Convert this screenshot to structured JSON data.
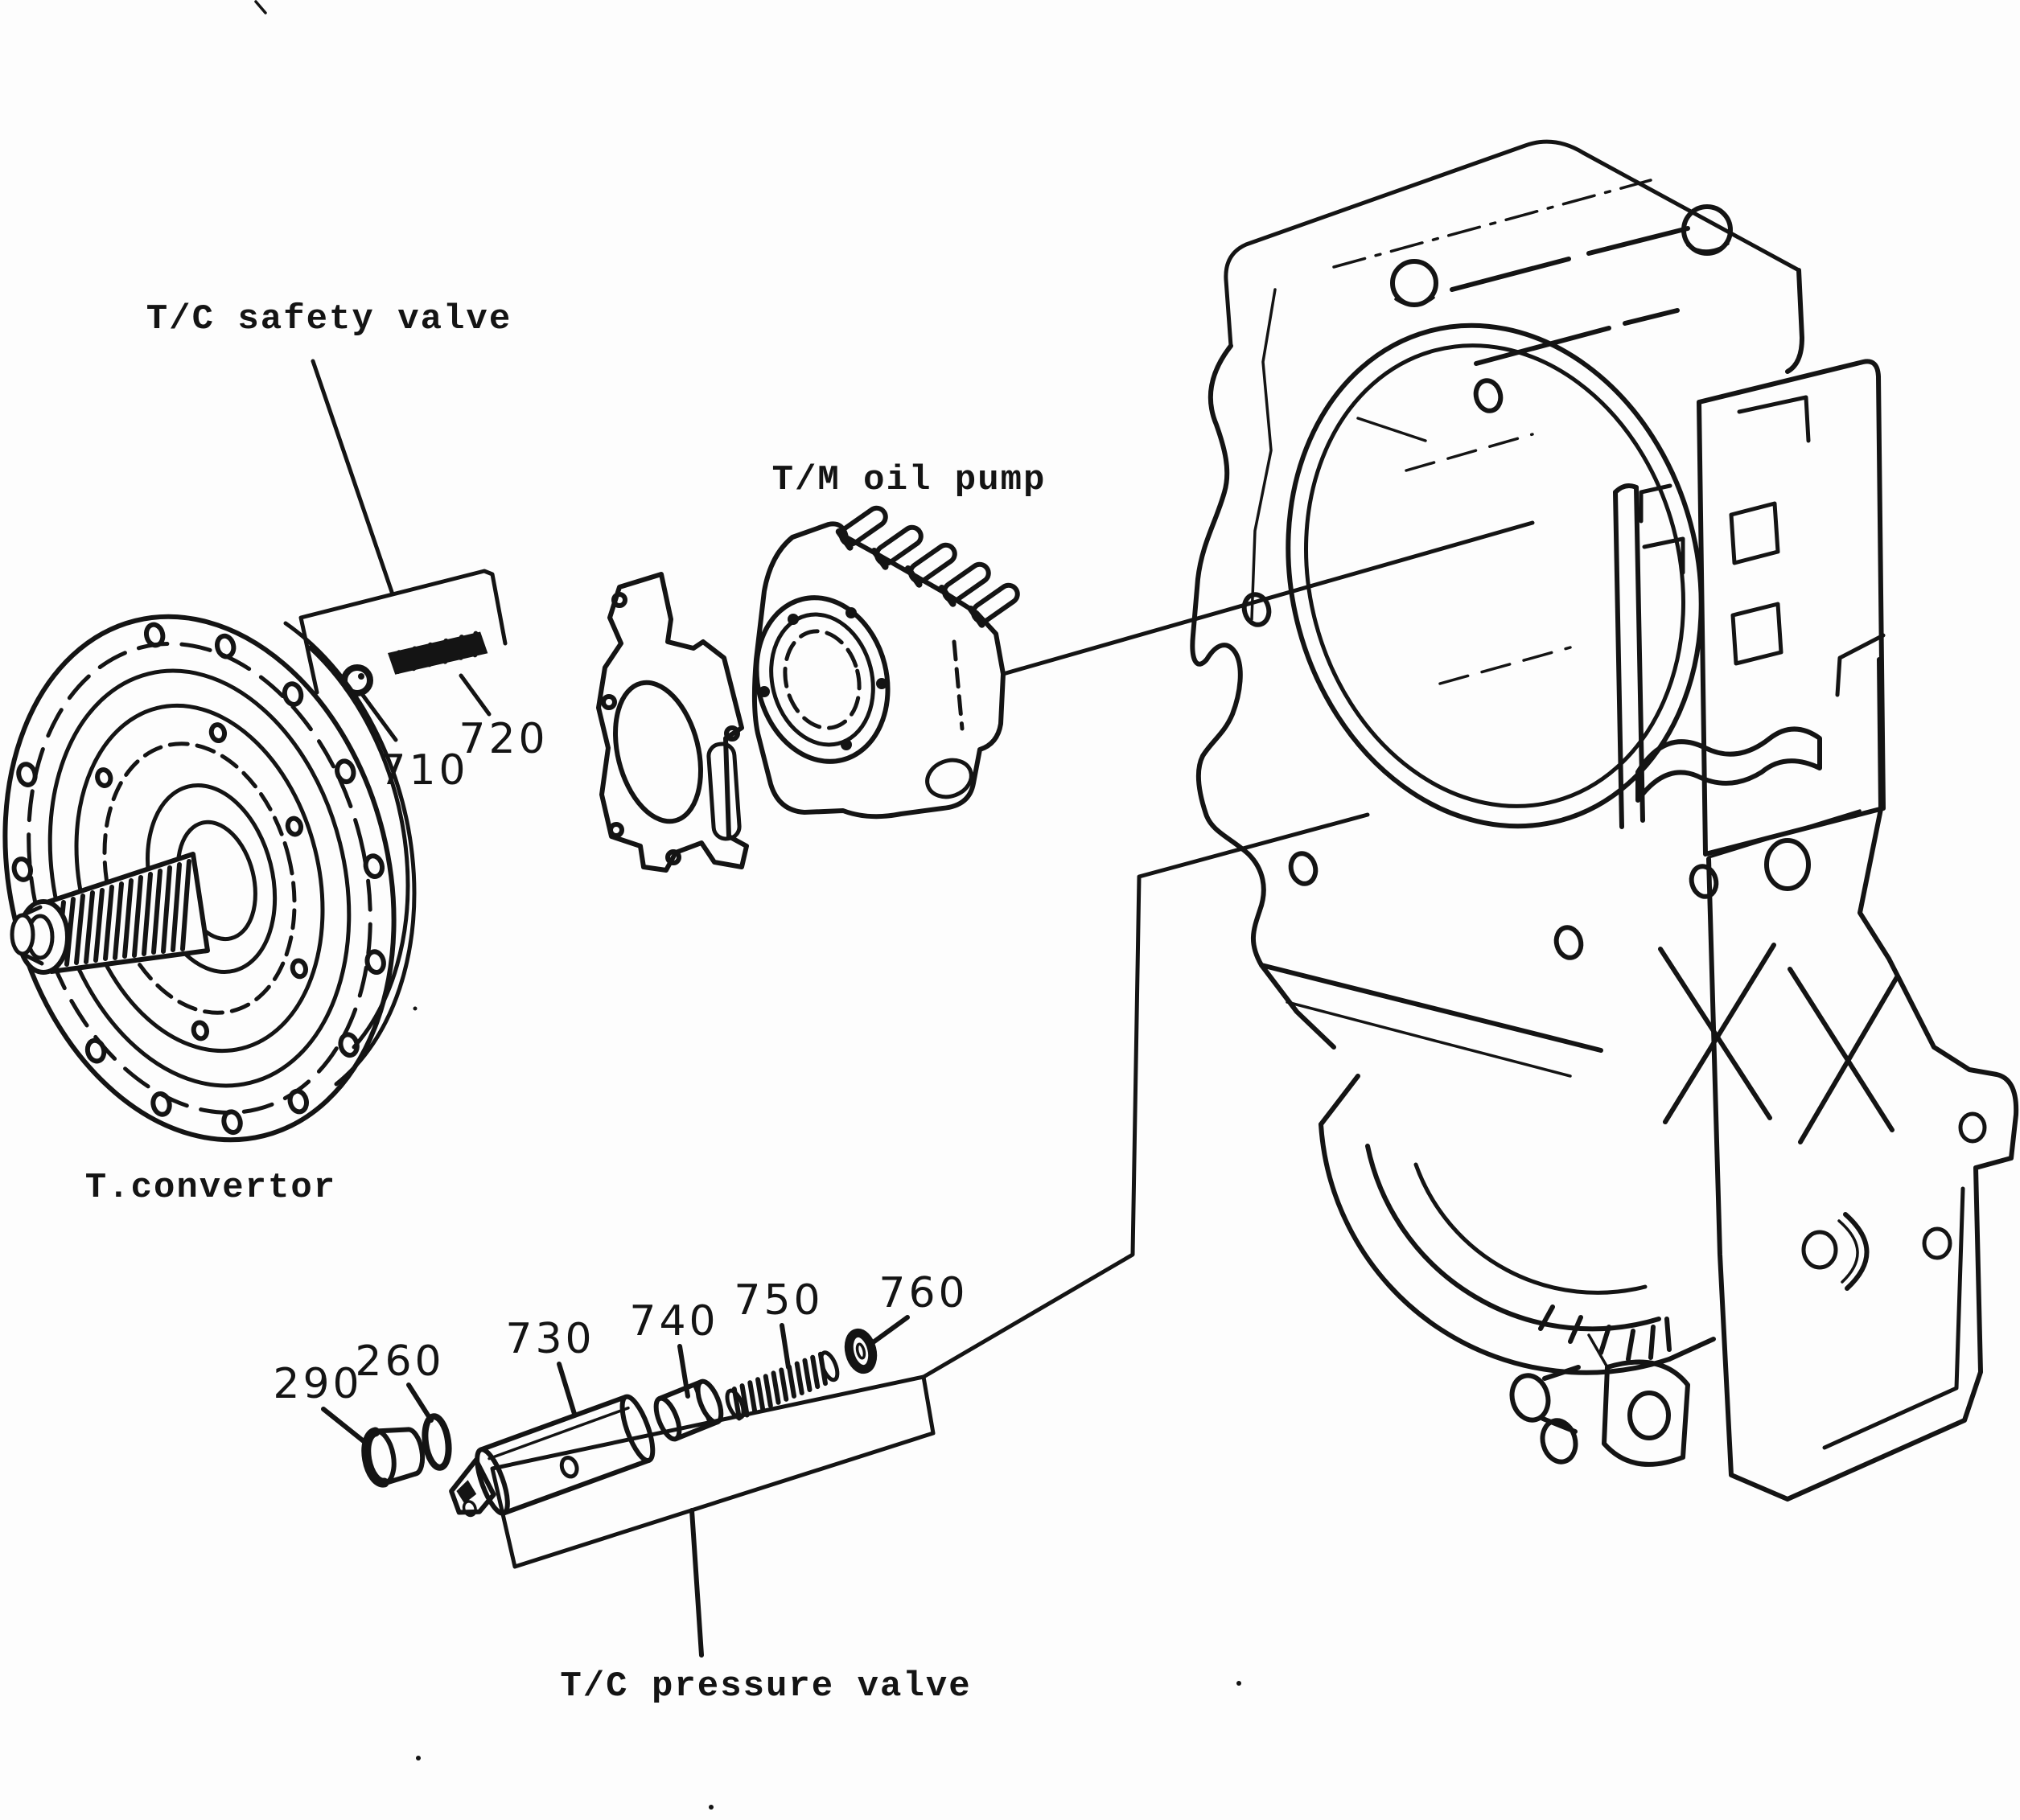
{
  "labels": {
    "safety_valve": "T/C safety valve",
    "oil_pump": "T/M oil pump",
    "converter": "T.convertor",
    "pressure_valve": "T/C pressure valve"
  },
  "part_numbers": {
    "p710": "710",
    "p720": "720",
    "p290": "290",
    "p260": "260",
    "p730": "730",
    "p740": "740",
    "p750": "750",
    "p760": "760"
  },
  "colors": {
    "line": "#141414",
    "background": "#fdfdfd"
  }
}
